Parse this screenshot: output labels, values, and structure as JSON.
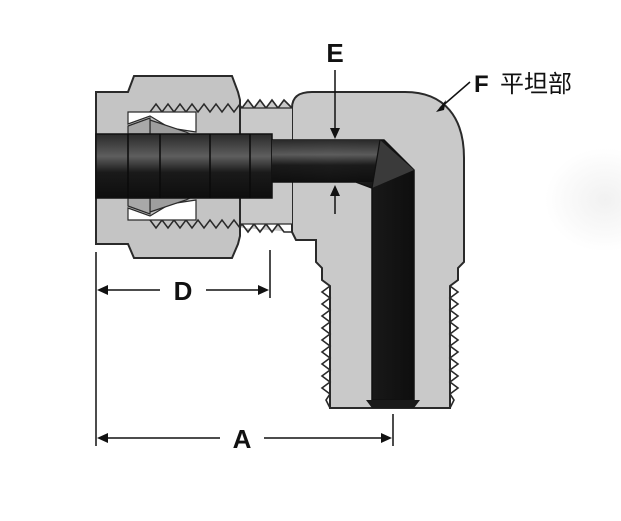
{
  "figure": {
    "type": "cross-section drawing of elbow tube fitting",
    "colors": {
      "body": "#c8c8c8",
      "body_dark": "#a9a9a9",
      "outline": "#2a2a2a",
      "tube": "#1b1b1b",
      "tube_highlight": "#5a5a5a",
      "background": "#ffffff"
    }
  },
  "labels": {
    "A": "A",
    "D": "D",
    "E": "E",
    "F_letter": "F",
    "F_text": "平坦部"
  }
}
